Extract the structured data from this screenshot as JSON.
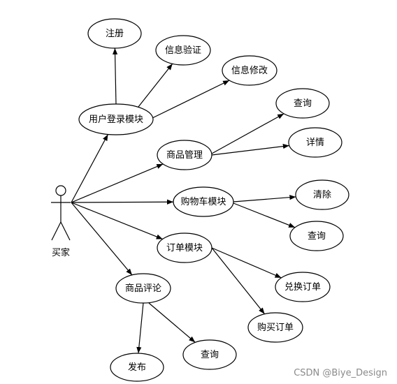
{
  "actor": {
    "label": "买家",
    "icon": "stick-figure-icon"
  },
  "nodes": {
    "user_login": "用户登录模块",
    "register": "注册",
    "info_verify": "信息验证",
    "info_modify": "信息修改",
    "product_manage": "商品管理",
    "product_query": "查询",
    "product_detail": "详情",
    "cart": "购物车模块",
    "cart_clear": "清除",
    "cart_query": "查询",
    "order": "订单模块",
    "order_exchange": "兑换订单",
    "order_buy": "购买订单",
    "review": "商品评论",
    "review_publish": "发布",
    "review_query": "查询"
  },
  "edges": [
    [
      "actor",
      "user_login"
    ],
    [
      "actor",
      "product_manage"
    ],
    [
      "actor",
      "cart"
    ],
    [
      "actor",
      "order"
    ],
    [
      "actor",
      "review"
    ],
    [
      "user_login",
      "register"
    ],
    [
      "user_login",
      "info_verify"
    ],
    [
      "user_login",
      "info_modify"
    ],
    [
      "product_manage",
      "product_query"
    ],
    [
      "product_manage",
      "product_detail"
    ],
    [
      "cart",
      "cart_clear"
    ],
    [
      "cart",
      "cart_query"
    ],
    [
      "order",
      "order_exchange"
    ],
    [
      "order",
      "order_buy"
    ],
    [
      "review",
      "review_publish"
    ],
    [
      "review",
      "review_query"
    ]
  ],
  "watermark": "CSDN @Biye_Design"
}
